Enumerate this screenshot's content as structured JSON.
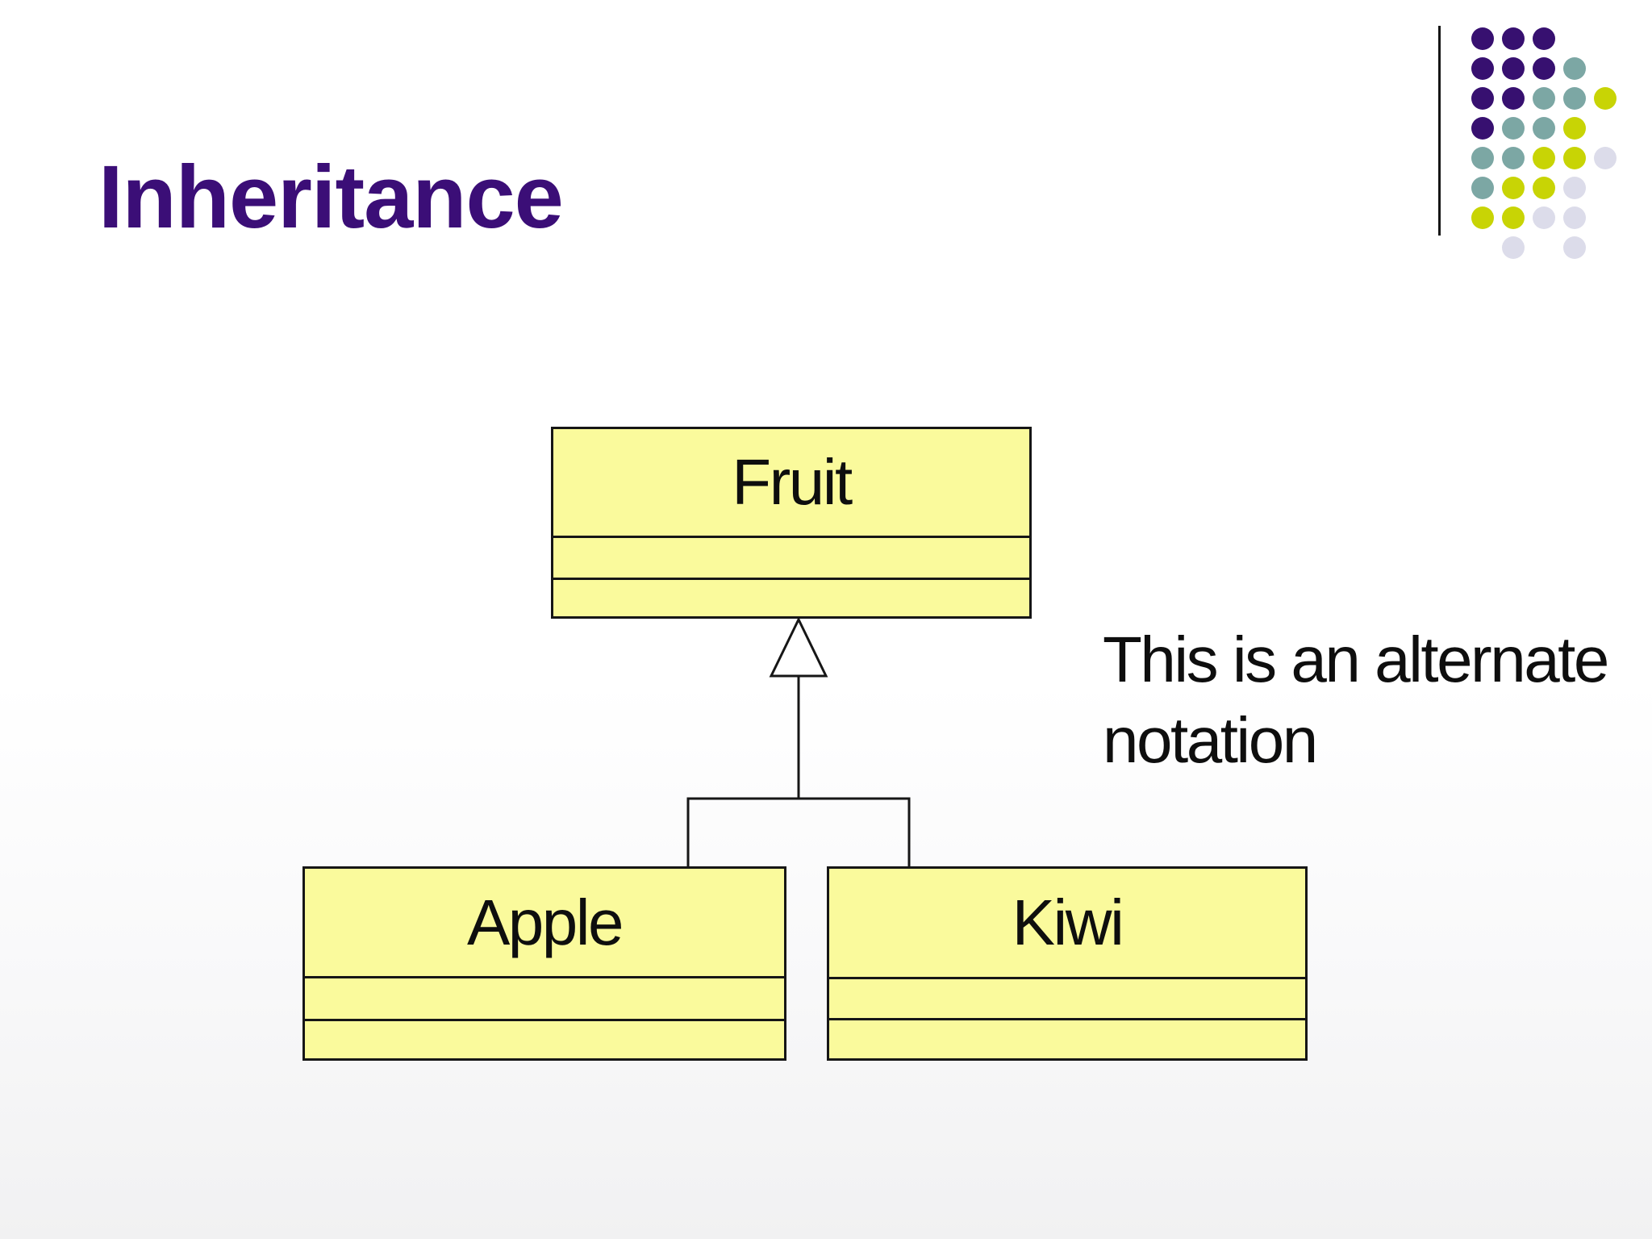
{
  "slide": {
    "title": "Inheritance",
    "title_color": "#3b0e77",
    "background_color": "#ffffff",
    "annotation": "This is an alternate\nnotation"
  },
  "ornament": {
    "name": "dot-grid-ornament",
    "line_color": "#161616",
    "palette": {
      "P": "#371070",
      "T": "#7ca7a4",
      "Y": "#c8d405",
      "L": "#dcdcea"
    },
    "rows": [
      "PPP",
      "PPPT",
      "PPTTY",
      "PTTY",
      "TTYYL",
      "TYYL",
      "YYLL",
      " L L"
    ]
  },
  "diagram": {
    "type": "uml-class-diagram",
    "box_fill": "#fafa9c",
    "line_color": "#161616",
    "nodes": [
      {
        "id": "fruit",
        "label": "Fruit",
        "compartments": [
          "name",
          "attributes",
          "operations"
        ]
      },
      {
        "id": "apple",
        "label": "Apple",
        "compartments": [
          "name",
          "attributes",
          "operations"
        ]
      },
      {
        "id": "kiwi",
        "label": "Kiwi",
        "compartments": [
          "name",
          "attributes",
          "operations"
        ]
      }
    ],
    "relationships": [
      {
        "type": "generalization",
        "from": "Apple",
        "to": "Fruit"
      },
      {
        "type": "generalization",
        "from": "Kiwi",
        "to": "Fruit"
      }
    ]
  }
}
